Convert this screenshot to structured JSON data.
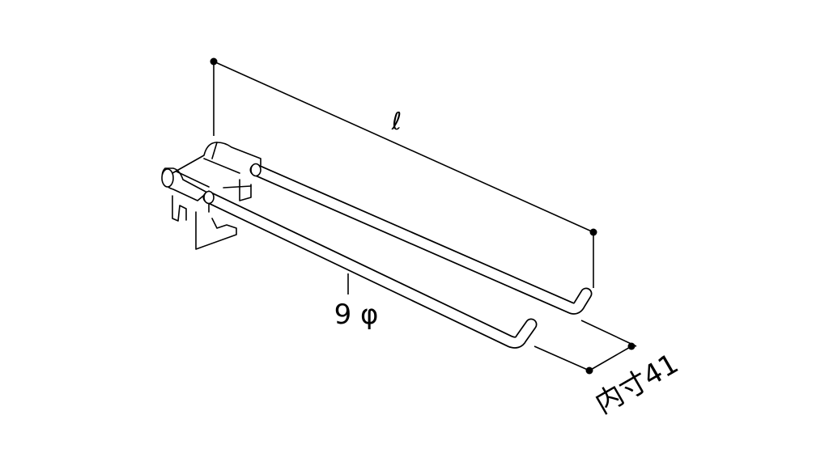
{
  "labels": {
    "length": "ℓ",
    "diameter": "9 φ",
    "inner_width": "内寸41"
  },
  "colors": {
    "line": "#000000",
    "background": "#ffffff"
  }
}
